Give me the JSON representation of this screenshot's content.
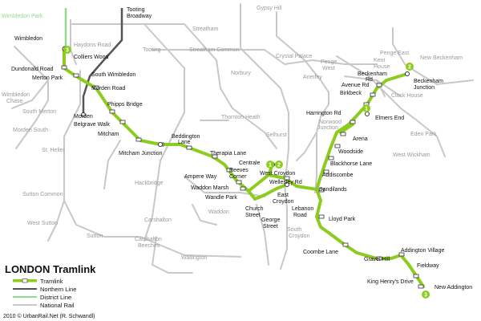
{
  "title": "LONDON Tramlink",
  "credit": "2010 © UrbanRail.Net (R. Schwandl)",
  "colors": {
    "tramlink": "#8ccc1e",
    "northern": "#555555",
    "district": "#8fdc8f",
    "rail": "#c8c8c8"
  },
  "legend": [
    {
      "label": "Tramlink",
      "color": "#8ccc1e"
    },
    {
      "label": "Northern Line",
      "color": "#555555"
    },
    {
      "label": "District Line",
      "color": "#8fdc8f"
    },
    {
      "label": "National Rail",
      "color": "#c8c8c8"
    }
  ],
  "route_badges": [
    "3",
    "1",
    "2",
    "1",
    "2",
    "3"
  ],
  "stations": {
    "wimbledon_park": "Wimbledon Park",
    "tooting_broadway": "Tooting Broadway",
    "wimbledon": "Wimbledon",
    "haydons_road": "Haydons Road",
    "tooting": "Tooting",
    "colliers_wood": "Colliers Wood",
    "dundonald_road": "Dundonald Road",
    "merton_park": "Merton Park",
    "south_wimbledon": "South Wimbledon",
    "morden_road": "Morden Road",
    "wimbledon_chase": "Wimbledon Chase",
    "phipps_bridge": "Phipps Bridge",
    "south_merton": "South Merton",
    "morden": "Morden",
    "belgrave_walk": "Belgrave Walk",
    "morden_south": "Morden South",
    "mitcham": "Mitcham",
    "st_helier": "St. Helier",
    "mitcham_junction": "Mitcham Junction",
    "beddington_lane": "Beddington Lane",
    "therapia_lane": "Therapia Lane",
    "sutton_common": "Sutton Common",
    "hackbridge": "Hackbridge",
    "ampere_way": "Ampere Way",
    "reeves_corner": "Reeves Corner",
    "waddon_marsh": "Waddon Marsh",
    "wandle_park": "Wandle Park",
    "waddon": "Waddon",
    "west_sutton": "West Sutton",
    "carshalton": "Carshalton",
    "sutton": "Sutton",
    "carshalton_beeches": "Carshalton Beeches",
    "wallington": "Wallington",
    "streatham": "Streatham",
    "streatham_common": "Streatham Common",
    "norbury": "Norbury",
    "thornton_heath": "Thornton Heath",
    "selhurst": "Selhurst",
    "gypsy_hill": "Gypsy Hill",
    "crystal_palace": "Crystal Palace",
    "centrale": "Centrale",
    "west_croydon": "West Croydon",
    "wellesley_rd": "Wellesley Rd",
    "east_croydon": "East Croydon",
    "church_street": "Church Street",
    "george_street": "George Street",
    "lebanon_road": "Lebanon Road",
    "south_croydon": "South Croydon",
    "sandilands": "Sandilands",
    "addiscombe": "Addiscombe",
    "blackhorse_lane": "Blackhorse Lane",
    "woodside": "Woodside",
    "arena": "Arena",
    "harrington_rd": "Harrington Rd",
    "norwood_junction": "Norwood Junction",
    "anerley": "Anerley",
    "penge_west": "Penge West",
    "birkbeck": "Birkbeck",
    "avenue_rd": "Avenue Rd",
    "beckenham_rd": "Beckenham Rd",
    "penge_east": "Penge East",
    "kent_house": "Kent House",
    "new_beckenham": "New Beckenham",
    "beckenham_junction": "Beckenham Junction",
    "clock_house": "Clock House",
    "elmers_end": "Elmers End",
    "eden_park": "Eden Park",
    "west_wickham": "West Wickham",
    "lloyd_park": "Lloyd Park",
    "coombe_lane": "Coombe Lane",
    "gravel_hill": "Gravel Hill",
    "addington_village": "Addington Village",
    "fieldway": "Fieldway",
    "king_henrys_drive": "King Henry's Drive",
    "new_addington": "New Addington"
  }
}
